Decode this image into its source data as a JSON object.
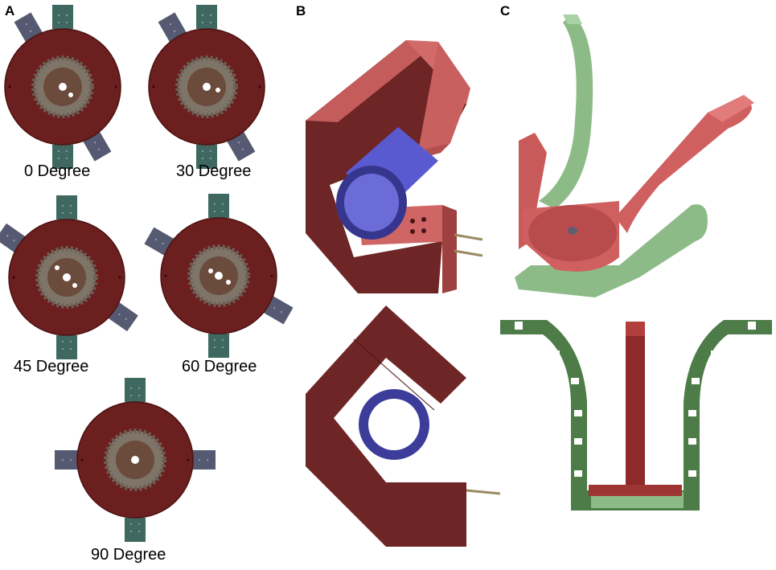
{
  "panels": {
    "a": "A",
    "b": "B",
    "c": "C"
  },
  "captions": {
    "deg0": "0 Degree",
    "deg30": "30 Degree",
    "deg45": "45 Degree",
    "deg60": "60 Degree",
    "deg90": "90 Degree"
  },
  "colors": {
    "disc": "#6b1f1f",
    "gear": "#7e7468",
    "hub": "#6b4b3b",
    "bracket": "#3e6860",
    "actuator": "#555a72",
    "clamp_dark": "#6e2525",
    "clamp_light": "#c96060",
    "tube": "#5656c0",
    "tube_dark": "#36368e",
    "finger_green": "#8dbb88",
    "finger_green_dark": "#4d7c48",
    "finger_red": "#d06060"
  }
}
